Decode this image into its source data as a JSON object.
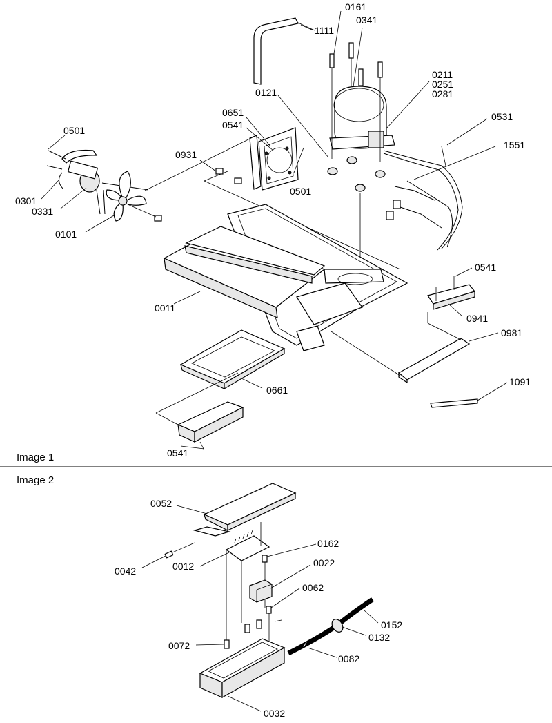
{
  "captions": {
    "image1": "Image 1",
    "image2": "Image 2"
  },
  "image1_parts": {
    "p0161": "0161",
    "p1111": "1111",
    "p0341": "0341",
    "p0211": "0211",
    "p0251": "0251",
    "p0281": "0281",
    "p0121": "0121",
    "p0651": "0651",
    "p0541a": "0541",
    "p0501a": "0501",
    "p0531": "0531",
    "p1551": "1551",
    "p0931": "0931",
    "p0501b": "0501",
    "p0301": "0301",
    "p0331": "0331",
    "p0101": "0101",
    "p0541b": "0541",
    "p0941": "0941",
    "p0011": "0011",
    "p0981": "0981",
    "p0661": "0661",
    "p1091": "1091",
    "p0541c": "0541"
  },
  "image2_parts": {
    "p0052": "0052",
    "p0162": "0162",
    "p0042": "0042",
    "p0012": "0012",
    "p0022": "0022",
    "p0062": "0062",
    "p0152": "0152",
    "p0132": "0132",
    "p0072": "0072",
    "p0082": "0082",
    "p0032": "0032"
  }
}
